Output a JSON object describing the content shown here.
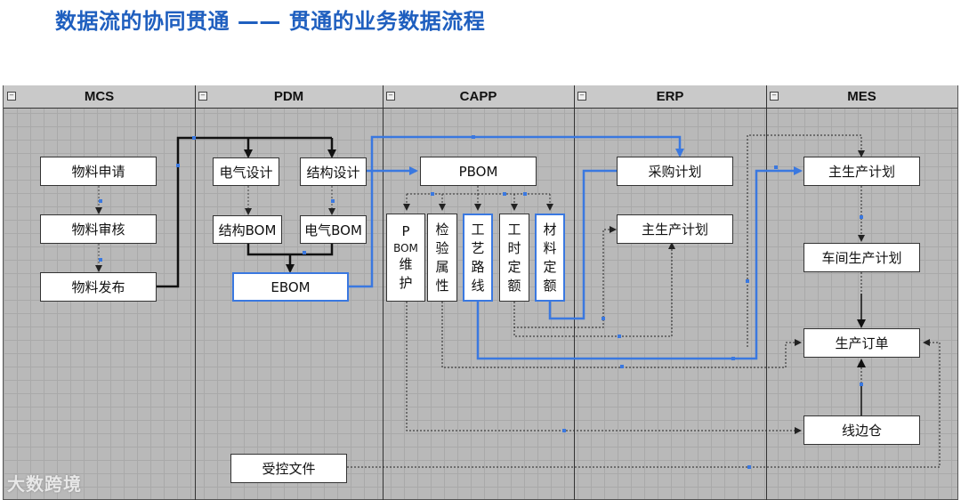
{
  "title": "数据流的协同贯通 —— 贯通的业务数据流程",
  "lanes": [
    "MCS",
    "PDM",
    "CAPP",
    "ERP",
    "MES"
  ],
  "lane_min_icon": "−",
  "mcs": {
    "apply": "物料申请",
    "review": "物料审核",
    "release": "物料发布"
  },
  "pdm": {
    "elec_design": "电气设计",
    "struct_design": "结构设计",
    "struct_bom": "结构BOM",
    "elec_bom": "电气BOM",
    "ebom": "EBOM"
  },
  "capp": {
    "pbom": "PBOM",
    "pbom_maint": [
      "P",
      "BOM",
      "维",
      "护"
    ],
    "inspect": [
      "检",
      "验",
      "属",
      "性"
    ],
    "route": [
      "工",
      "艺",
      "路",
      "线"
    ],
    "time": [
      "工",
      "时",
      "定",
      "额"
    ],
    "material": [
      "材",
      "料",
      "定",
      "额"
    ]
  },
  "erp": {
    "purchase": "采购计划",
    "master": "主生产计划"
  },
  "mes": {
    "master": "主生产计划",
    "workshop": "车间生产计划",
    "order": "生产订单",
    "lineside": "线边仓"
  },
  "controlled_doc": "受控文件",
  "logo": "大数跨境",
  "colors": {
    "title": "#1f5fbf",
    "blue_flow": "#3a78e0",
    "black_flow": "#111111",
    "board": "#b9b9b9"
  }
}
